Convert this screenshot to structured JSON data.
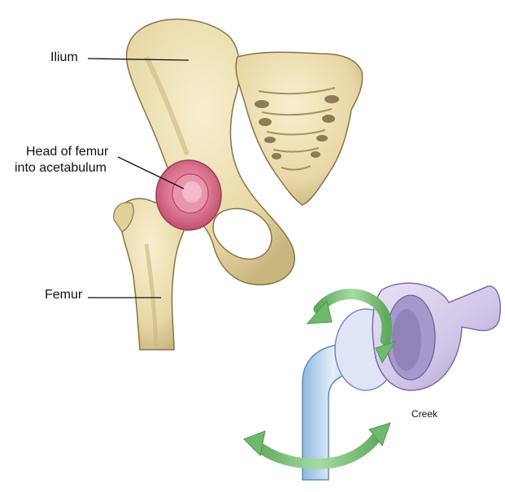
{
  "labels": {
    "ilium": "Ilium",
    "head_of_femur_line1": "Head of femur",
    "head_of_femur_line2": "into acetabulum",
    "femur": "Femur",
    "creek": "Creek"
  },
  "colors": {
    "bone_fill": "#eee0b4",
    "bone_shadow": "#c9b57e",
    "bone_outline": "#8a7446",
    "joint_ring": "#d9738e",
    "joint_ring_dark": "#b74766",
    "model_socket": "#cfc4e6",
    "model_socket_dark": "#8c7fb4",
    "model_rod": "#bdd8ef",
    "model_rod_dark": "#7da7cf",
    "arrow_green": "#7cc27a",
    "arrow_green_dark": "#4f9a4f",
    "leader_line": "#111111"
  }
}
